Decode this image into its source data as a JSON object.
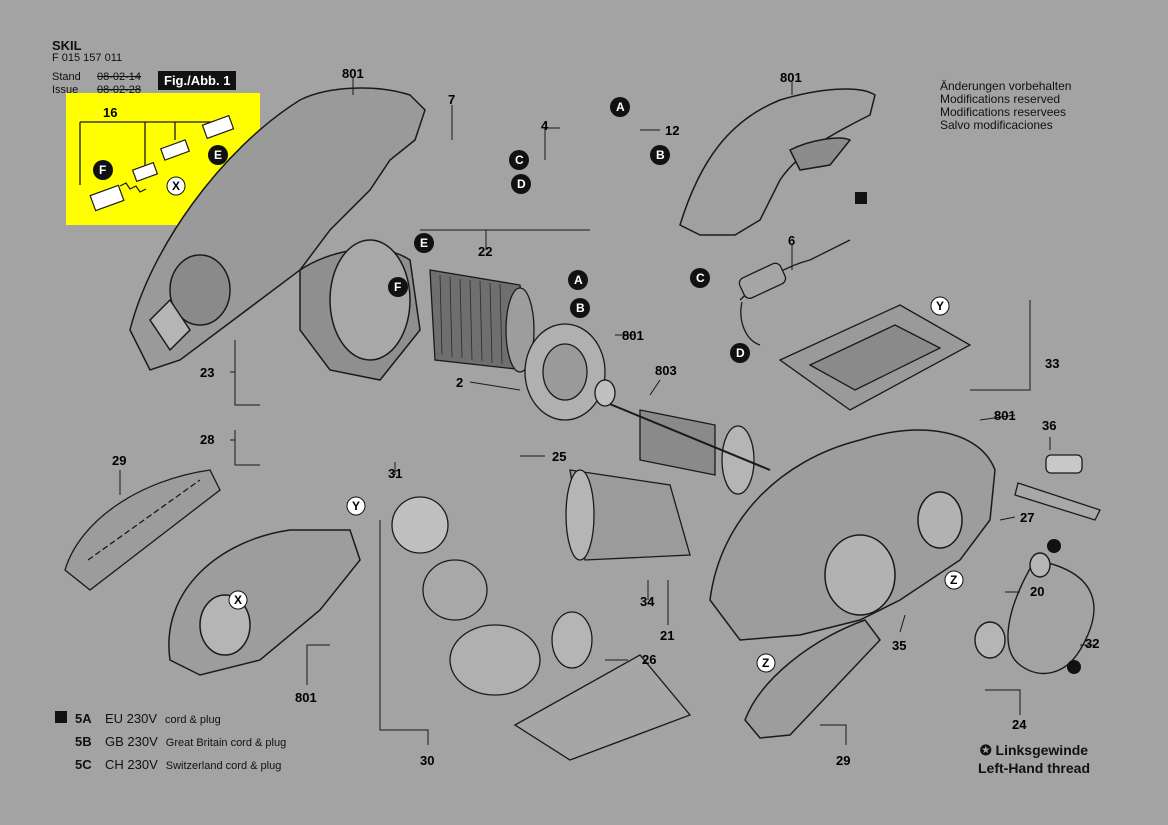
{
  "header": {
    "brand": "SKIL",
    "part_code": "F 015 157 011",
    "stand_label": "Stand",
    "issue_label": "Issue",
    "stand_date": "08-02-14",
    "issue_date": "08-02-28",
    "figure_label": "Fig./Abb. 1"
  },
  "notes": {
    "line1": "Änderungen vorbehalten",
    "line2": "Modifications reserved",
    "line3": "Modifications reservees",
    "line4": "Salvo modificaciones"
  },
  "legend": {
    "items": [
      {
        "code": "5A",
        "voltage": "EU 230V",
        "desc": "cord & plug"
      },
      {
        "code": "5B",
        "voltage": "GB 230V",
        "desc": "Great Britain cord & plug"
      },
      {
        "code": "5C",
        "voltage": "CH 230V",
        "desc": "Switzerland cord & plug"
      }
    ],
    "left_hand_de": "Linksgewinde",
    "left_hand_en": "Left-Hand thread",
    "star_symbol": "✪"
  },
  "colors": {
    "background": "#a3a3a3",
    "highlight": "#ffff00",
    "line": "#1a1a1a",
    "marker": "#111111"
  },
  "part_numbers": {
    "n801a": "801",
    "n801b": "801",
    "n801c": "801",
    "n801d": "801",
    "n801e": "801",
    "n803": "803",
    "n7": "7",
    "n4": "4",
    "n12": "12",
    "n16": "16",
    "n22": "22",
    "n6": "6",
    "n23": "23",
    "n2": "2",
    "n33": "33",
    "n28": "28",
    "n31": "31",
    "n25": "25",
    "n29a": "29",
    "n29b": "29",
    "n36": "36",
    "n27": "27",
    "n20": "20",
    "n32": "32",
    "n35": "35",
    "n24": "24",
    "n34": "34",
    "n21": "21",
    "n26": "26",
    "n30": "30"
  },
  "markers": {
    "A": "A",
    "B": "B",
    "C": "C",
    "D": "D",
    "E": "E",
    "F": "F",
    "X": "X",
    "Y": "Y",
    "Z": "Z"
  }
}
